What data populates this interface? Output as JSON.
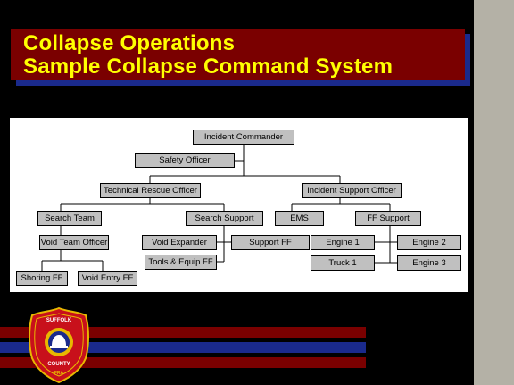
{
  "title": {
    "line1": "Collapse Operations",
    "line2": "Sample Collapse Command System"
  },
  "org_chart": {
    "incident_commander": "Incident Commander",
    "safety_officer": "Safety Officer",
    "technical_rescue_officer": "Technical Rescue Officer",
    "incident_support_officer": "Incident Support Officer",
    "search_team": "Search Team",
    "search_support": "Search Support",
    "ems": "EMS",
    "ff_support": "FF Support",
    "void_team_officer": "Void Team Officer",
    "void_expander": "Void Expander",
    "support_ff": "Support FF",
    "tools_equip_ff": "Tools & Equip FF",
    "shoring_ff": "Shoring FF",
    "void_entry_ff": "Void Entry FF",
    "engine_1": "Engine 1",
    "engine_2": "Engine 2",
    "truck_1": "Truck 1",
    "engine_3": "Engine 3"
  },
  "badge": {
    "top_text": "SUFFOLK",
    "bottom_text": "COUNTY",
    "center_text": "FRA"
  },
  "colors": {
    "title_bg": "#7a0000",
    "title_text": "#ffff00",
    "title_shadow": "#1a2a8c",
    "side_strip": "#b4b1a6",
    "node_fill": "#c0c0c0"
  }
}
